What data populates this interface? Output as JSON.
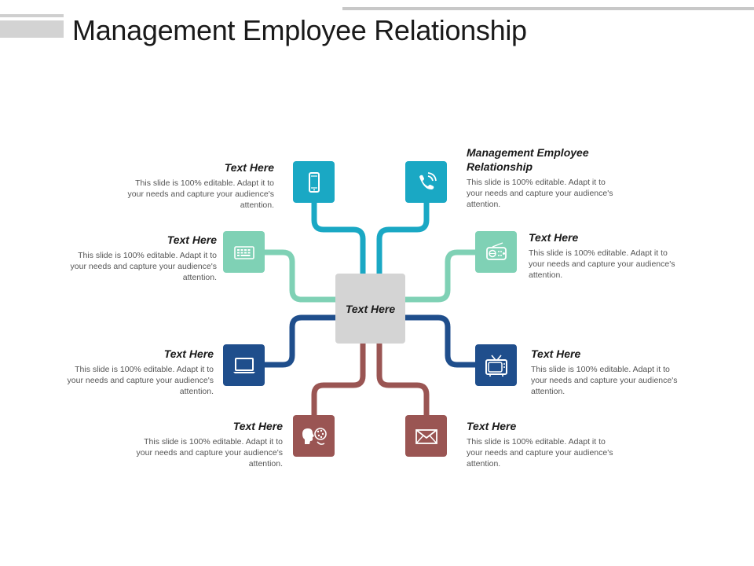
{
  "header": {
    "title": "Management Employee Relationship"
  },
  "hub": {
    "label": "Text Here"
  },
  "colors": {
    "cyan": "#1aa8c4",
    "mint": "#7fd1b5",
    "navy": "#1f4e8c",
    "brown": "#9a5553",
    "hub": "#d4d4d4"
  },
  "items": [
    {
      "position": "left-1",
      "title": "Text Here",
      "body": "This slide is 100% editable. Adapt it to your needs and capture your audience's attention.",
      "icon": "mobile-phone-icon",
      "color": "cyan"
    },
    {
      "position": "right-1",
      "title": "Management Employee Relationship",
      "body": "This slide is 100% editable. Adapt it to your needs and capture your audience's attention.",
      "icon": "phone-call-icon",
      "color": "cyan"
    },
    {
      "position": "left-2",
      "title": "Text Here",
      "body": "This slide is 100% editable. Adapt it to your needs and capture your audience's attention.",
      "icon": "keyboard-icon",
      "color": "mint"
    },
    {
      "position": "right-2",
      "title": "Text Here",
      "body": "This slide is 100% editable. Adapt it to your needs and capture your audience's attention.",
      "icon": "radio-icon",
      "color": "mint"
    },
    {
      "position": "left-3",
      "title": "Text Here",
      "body": "This slide is 100% editable. Adapt it to your needs and capture your audience's attention.",
      "icon": "laptop-icon",
      "color": "navy"
    },
    {
      "position": "right-3",
      "title": "Text Here",
      "body": "This slide is 100% editable. Adapt it to your needs and capture your audience's attention.",
      "icon": "television-icon",
      "color": "navy"
    },
    {
      "position": "left-4",
      "title": "Text Here",
      "body": "This slide is 100% editable. Adapt it to your needs and capture your audience's attention.",
      "icon": "conversation-heads-icon",
      "color": "brown"
    },
    {
      "position": "right-4",
      "title": "Text Here",
      "body": "This slide is 100% editable. Adapt it to your needs and capture your audience's attention.",
      "icon": "envelope-icon",
      "color": "brown"
    }
  ]
}
